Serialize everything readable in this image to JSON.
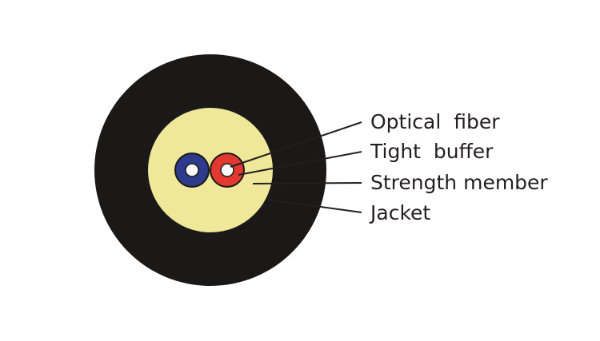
{
  "title": "Fiber optic cable cross-section",
  "labels": {
    "optical_fiber": "Optical  fiber",
    "tight_buffer": "Tight  buffer",
    "strength_member": "Strength member",
    "jacket": "Jacket"
  },
  "colors": {
    "jacket": "#1a1917",
    "strength_member": "#efe89a",
    "tight_buffer_1": "#2e3a8c",
    "tight_buffer_2": "#e2382f",
    "optical_fiber": "#ffffff",
    "leader_line": "#231f20"
  }
}
